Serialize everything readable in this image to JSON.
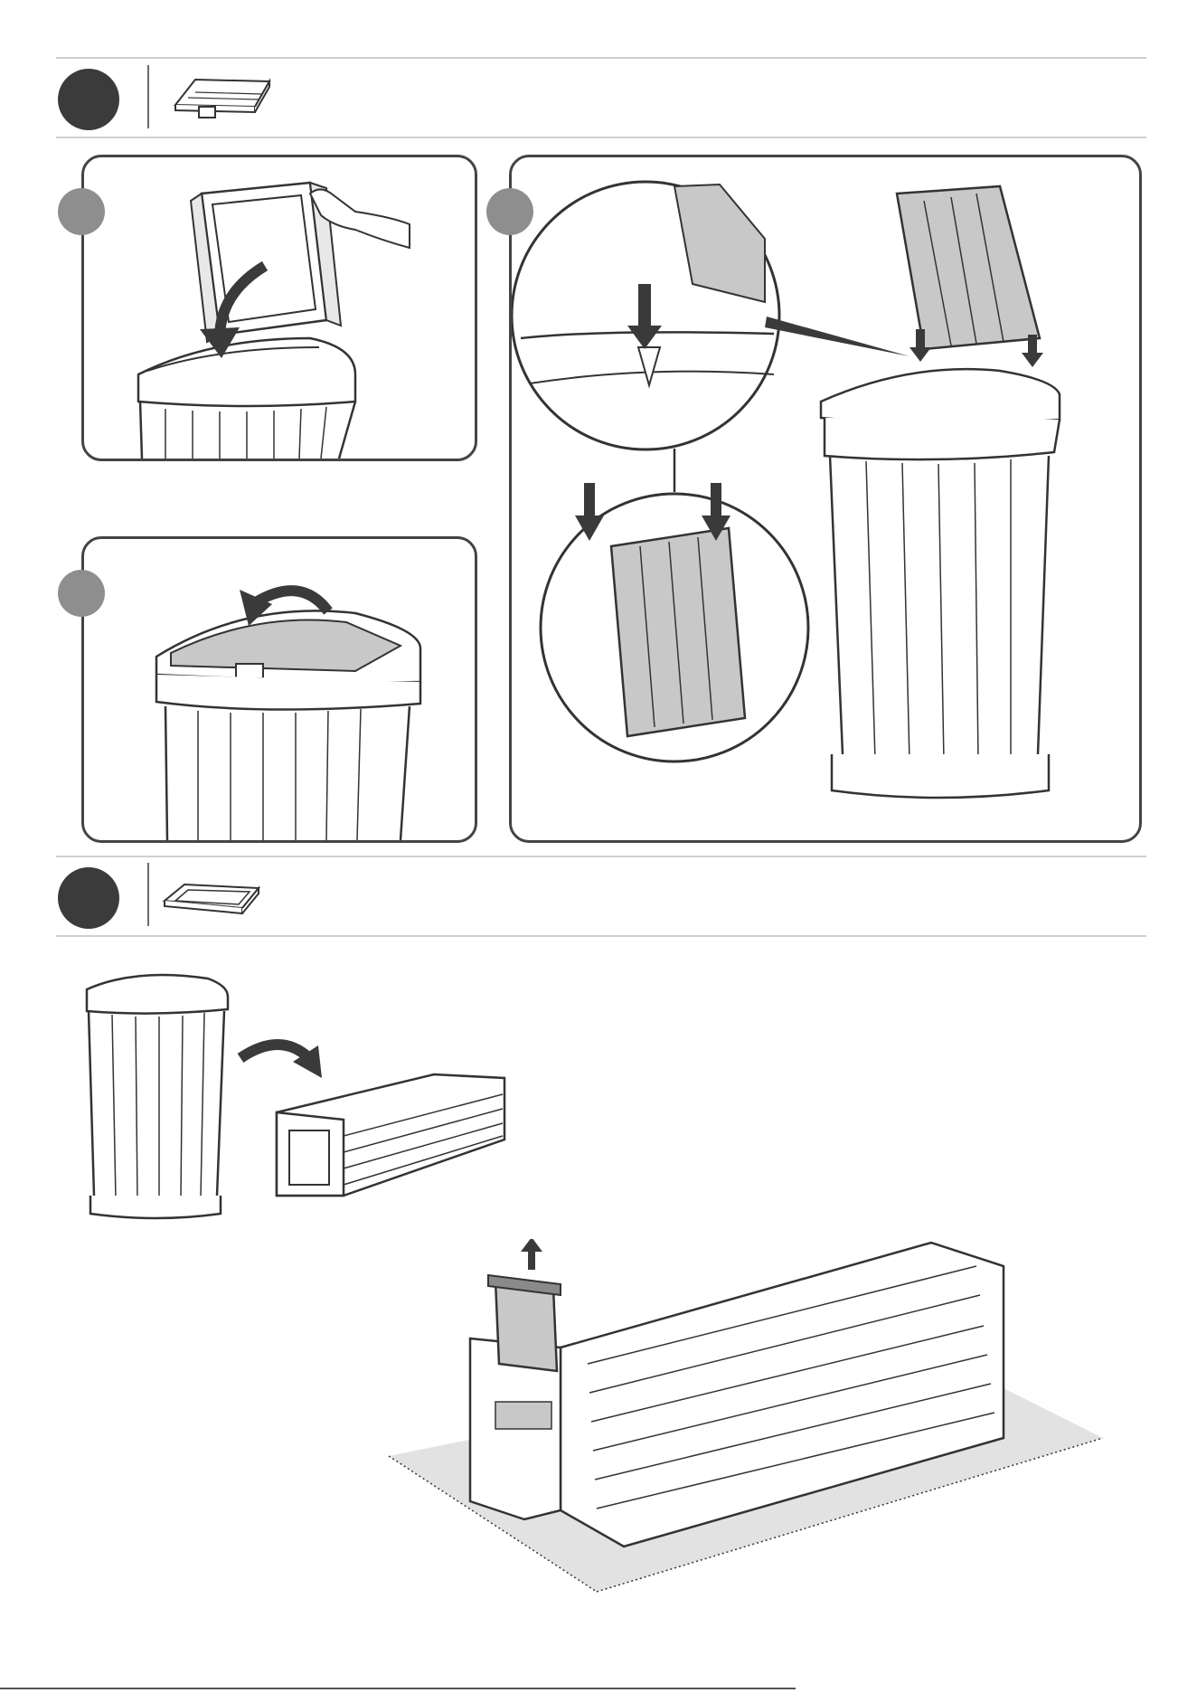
{
  "steps": [
    {
      "part_icon": "lid-panel-part-icon",
      "substeps": [
        "install-lid",
        "close-lid",
        "attach-lid-hinge"
      ]
    },
    {
      "part_icon": "tray-frame-part-icon",
      "substeps": [
        "tip-bin-over",
        "remove-slide-panel"
      ]
    }
  ],
  "colors": {
    "disc_dark": "#3b3b3b",
    "disc_grey": "#8e8e8e",
    "line": "#333333",
    "panel_grey": "#c8c8c8",
    "mat": "#e2e2e2",
    "arrow": "#3a3a3a"
  }
}
